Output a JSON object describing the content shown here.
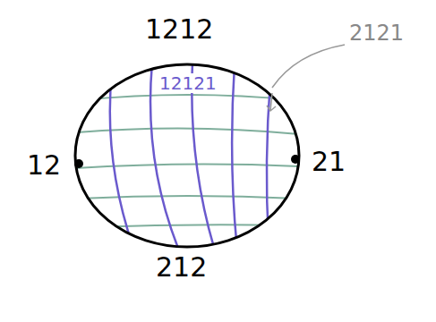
{
  "diagram": {
    "labels": [
      "1212",
      "12121",
      "2121",
      "12",
      "21",
      "212"
    ]
  }
}
